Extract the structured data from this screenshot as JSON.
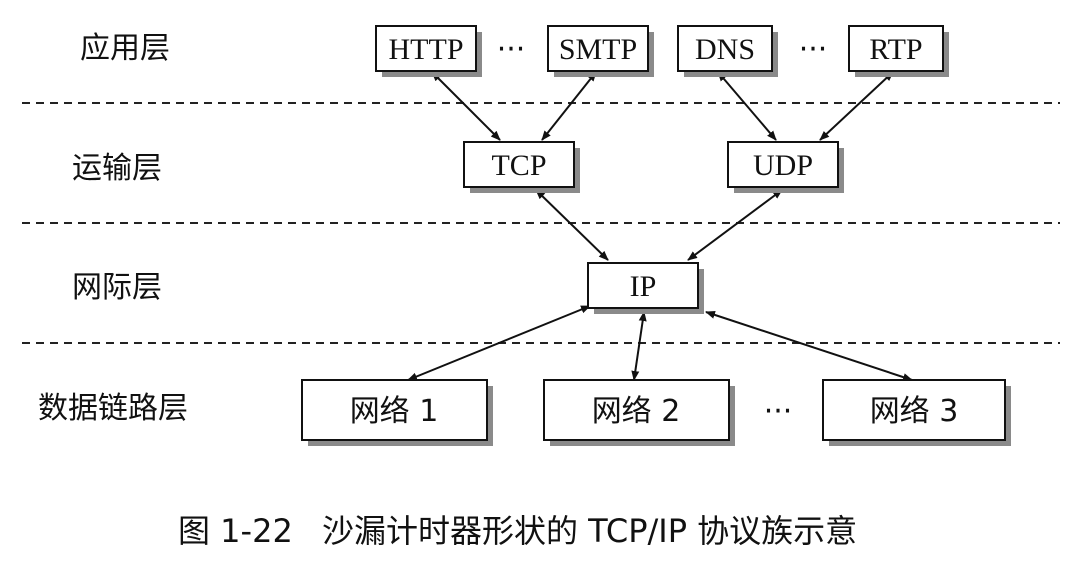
{
  "layers": {
    "application": "应用层",
    "transport": "运输层",
    "internet": "网际层",
    "link": "数据链路层"
  },
  "application_protocols": {
    "http": "HTTP",
    "smtp": "SMTP",
    "dns": "DNS",
    "rtp": "RTP",
    "ellipsis": "···"
  },
  "transport_protocols": {
    "tcp": "TCP",
    "udp": "UDP"
  },
  "internet_protocol": {
    "ip": "IP"
  },
  "networks": {
    "net1": "网络 1",
    "net2": "网络 2",
    "net3": "网络 3",
    "ellipsis": "···"
  },
  "caption": {
    "number": "图 1-22",
    "title": "沙漏计时器形状的 TCP/IP 协议族示意"
  }
}
